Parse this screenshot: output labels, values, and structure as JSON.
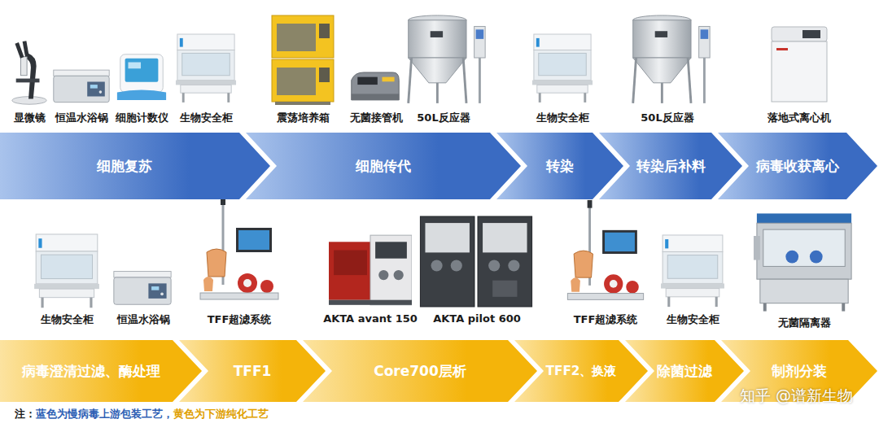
{
  "diagram": {
    "nodes": [
      {
        "text": [
          "细胞复苏"
        ]
      },
      {
        "text": [
          "细胞传代"
        ]
      },
      {
        "text": [
          "转染"
        ]
      },
      {
        "text": [
          "转染后补料"
        ]
      },
      {
        "text": [
          "病毒收获离心"
        ]
      },
      {
        "text": [
          "病毒澄清过滤、酶处理"
        ]
      },
      {
        "text": [
          "TFF1"
        ]
      },
      {
        "text": [
          "Core700层析"
        ]
      },
      {
        "text": [
          "TFF2、换液"
        ]
      },
      {
        "text": [
          "除菌过滤"
        ]
      },
      {
        "text": [
          "制剂分装"
        ]
      }
    ],
    "labels": [
      "显微镜",
      "恒温水浴锅",
      "细胞计数仪",
      "生物安全柜",
      "震荡培养箱",
      "无菌接管机",
      "50L反应器",
      "生物安全柜",
      "50L反应器",
      "落地式离心机",
      "生物安全柜",
      "恒温水浴锅",
      "TFF超滤系统",
      "AKTA avant 150",
      "AKTA pilot 600",
      "TFF超滤系统",
      "生物安全柜",
      "无菌隔离器",
      "注：",
      "蓝色为慢病毒上游包装工艺，",
      "黄色为下游纯化工艺",
      "知乎 @谱新生物"
    ]
  }
}
